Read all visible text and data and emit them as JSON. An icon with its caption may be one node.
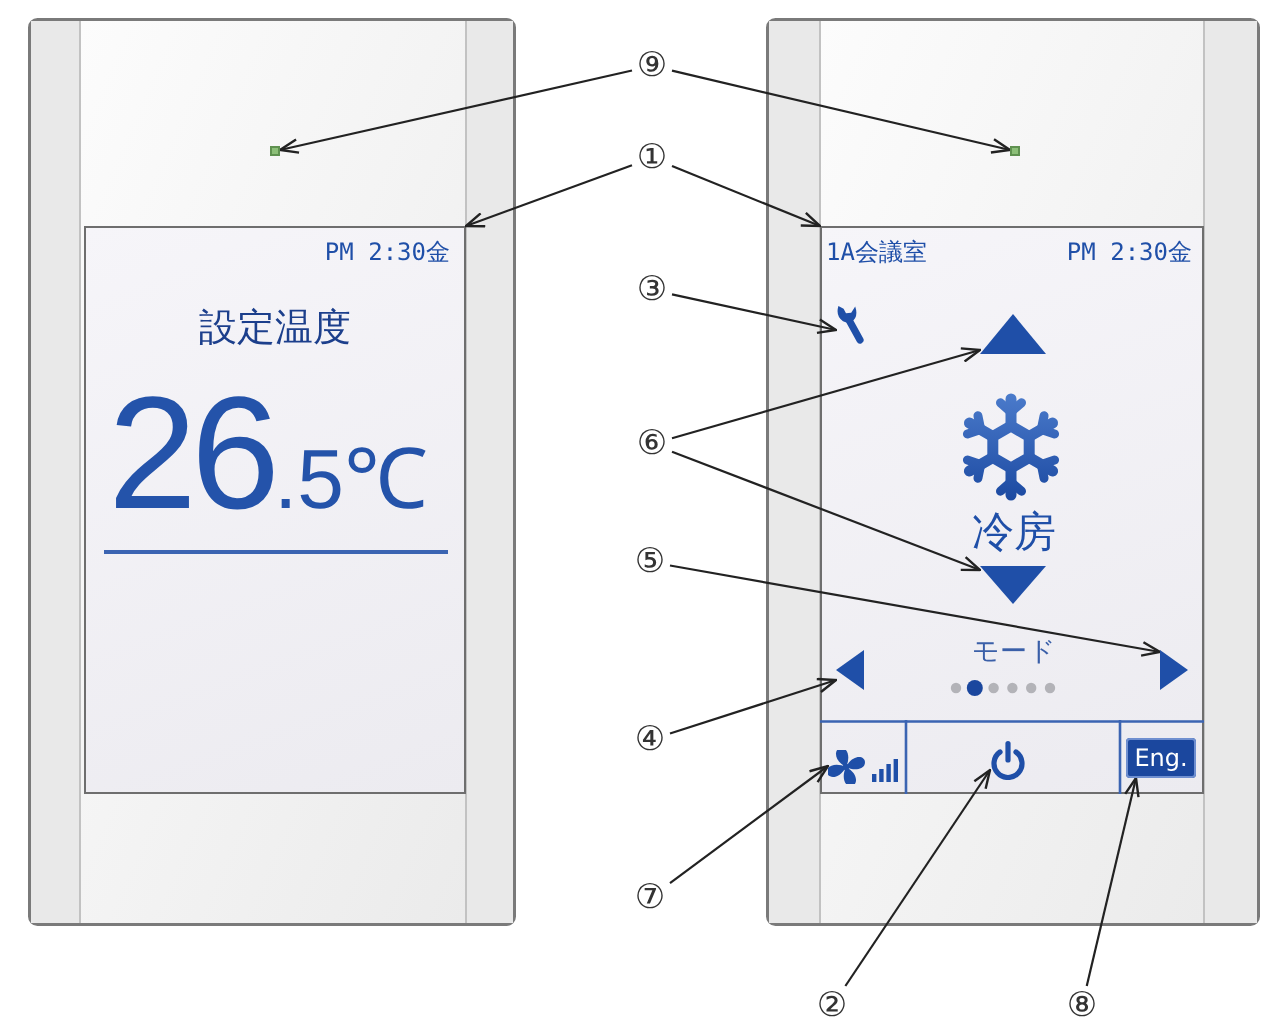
{
  "diagram": {
    "nodes": [
      {
        "text": [
          "⑨"
        ]
      },
      {
        "text": [],
        "shape": "box"
      },
      {
        "text": [],
        "shape": "box"
      },
      {
        "text": [
          "①"
        ]
      },
      {
        "text": [
          "PM 2:30金",
          "設定温度",
          "26.5℃"
        ]
      },
      {
        "text": [
          "1A会議室",
          "PM 2:30金",
          "冷房",
          "モード"
        ]
      },
      {
        "text": [
          "③"
        ]
      },
      {
        "text": [],
        "shape": "picture",
        "in": 5
      },
      {
        "text": [
          "⑥"
        ]
      },
      {
        "text": [],
        "shape": "triangle",
        "in": 5
      },
      {
        "text": [],
        "shape": "triangle",
        "in": 5
      },
      {
        "text": [
          "⑤"
        ]
      },
      {
        "text": [],
        "shape": "triangle",
        "in": 5
      },
      {
        "text": [
          "④"
        ]
      },
      {
        "text": [],
        "shape": "triangle",
        "in": 5
      },
      {
        "text": [
          "⑦"
        ]
      },
      {
        "text": [],
        "shape": "picture",
        "in": 5
      },
      {
        "text": [],
        "shape": "picture",
        "in": 5
      },
      {
        "text": [
          "Eng."
        ],
        "in": 5
      },
      {
        "text": [
          "②"
        ]
      },
      {
        "text": [
          "⑧"
        ]
      }
    ],
    "edges": [
      {
        "from": 0,
        "to": 1,
        "arrow": "to"
      },
      {
        "from": 0,
        "to": 2,
        "arrow": "to"
      },
      {
        "from": 3,
        "to": 4,
        "arrow": "to"
      },
      {
        "from": 3,
        "to": 5,
        "arrow": "to"
      },
      {
        "from": 6,
        "to": 7,
        "arrow": "to"
      },
      {
        "from": 8,
        "to": 9,
        "arrow": "to"
      },
      {
        "from": 8,
        "to": 10,
        "arrow": "to"
      },
      {
        "from": 11,
        "to": 12,
        "arrow": "to"
      },
      {
        "from": 13,
        "to": 14,
        "arrow": "to"
      },
      {
        "from": 15,
        "to": 16,
        "arrow": "to"
      },
      {
        "from": 19,
        "to": 17,
        "arrow": "to"
      },
      {
        "from": 20,
        "to": 18,
        "arrow": "to"
      }
    ]
  }
}
